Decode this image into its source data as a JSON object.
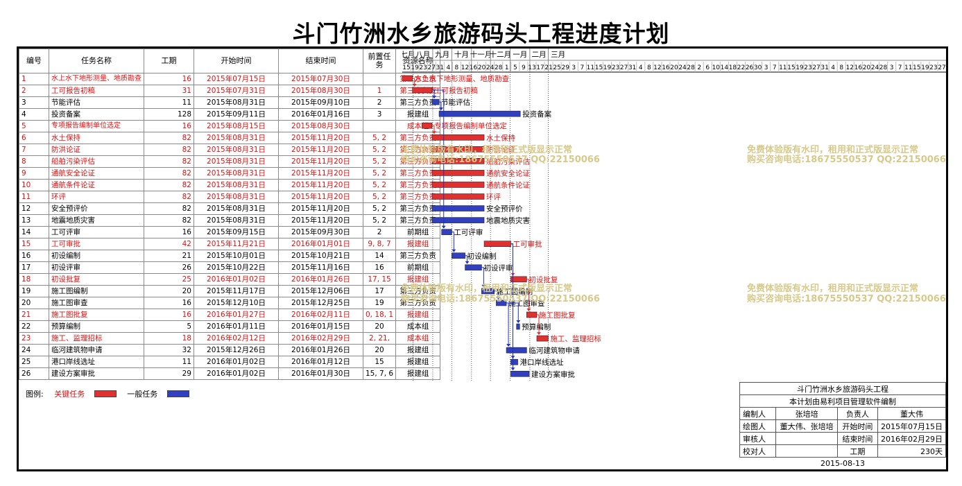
{
  "title": "斗门竹洲水乡旅游码头工程进度计划",
  "columns": {
    "id": "编号",
    "name": "任务名称",
    "duration": "工期",
    "start": "开始时间",
    "end": "结束时间",
    "pred": "前置任务",
    "resource": "资源名称"
  },
  "months": [
    "七月",
    "八月",
    "九月",
    "十月",
    "十一月",
    "十二月",
    "一月",
    "二月",
    "三月"
  ],
  "days": [
    "15",
    "19",
    "23",
    "27",
    "31",
    "4",
    "8",
    "12",
    "16",
    "20",
    "24",
    "28",
    "1",
    "5",
    "9",
    "13",
    "17",
    "21",
    "25",
    "29",
    "3",
    "7",
    "11",
    "15",
    "19",
    "23",
    "27",
    "31",
    "4",
    "8",
    "12",
    "16",
    "20",
    "24",
    "28",
    "2",
    "6",
    "10",
    "14",
    "18",
    "22",
    "26",
    "30",
    "3",
    "7",
    "11",
    "15",
    "19",
    "23",
    "27",
    "31",
    "4",
    "8",
    "12",
    "16",
    "20",
    "24",
    "28",
    "3",
    "7",
    "11",
    "15",
    "19",
    "23",
    "27"
  ],
  "tasks": [
    {
      "id": "1",
      "name": "水上水下地形测量、地质勘查",
      "dur": "16",
      "start": "2015年07月15日",
      "end": "2015年07月30日",
      "pred": "",
      "res": "第三方负责",
      "crit": true
    },
    {
      "id": "2",
      "name": "工可报告初稿",
      "dur": "31",
      "start": "2015年07月31日",
      "end": "2015年08月30日",
      "pred": "1",
      "res": "第三方负责",
      "crit": true
    },
    {
      "id": "3",
      "name": "节能评估",
      "dur": "11",
      "start": "2015年08月31日",
      "end": "2015年09月10日",
      "pred": "2",
      "res": "第三方负责",
      "crit": false
    },
    {
      "id": "4",
      "name": "投资备案",
      "dur": "128",
      "start": "2015年09月11日",
      "end": "2016年01月16日",
      "pred": "3",
      "res": "报建组",
      "crit": false
    },
    {
      "id": "5",
      "name": "专项报告编制单位选定",
      "dur": "16",
      "start": "2015年08月15日",
      "end": "2015年08月30日",
      "pred": "",
      "res": "成本组",
      "crit": true
    },
    {
      "id": "6",
      "name": "水土保持",
      "dur": "82",
      "start": "2015年08月31日",
      "end": "2015年11月20日",
      "pred": "5, 2",
      "res": "第三方负责",
      "crit": true
    },
    {
      "id": "7",
      "name": "防洪论证",
      "dur": "82",
      "start": "2015年08月31日",
      "end": "2015年11月20日",
      "pred": "5, 2",
      "res": "第三方负责",
      "crit": true
    },
    {
      "id": "8",
      "name": "船舶污染评估",
      "dur": "82",
      "start": "2015年08月31日",
      "end": "2015年11月20日",
      "pred": "5, 2",
      "res": "第三方负责",
      "crit": true
    },
    {
      "id": "9",
      "name": "通航安全论证",
      "dur": "82",
      "start": "2015年08月31日",
      "end": "2015年11月20日",
      "pred": "5, 2",
      "res": "第三方负责",
      "crit": true
    },
    {
      "id": "10",
      "name": "通航条件论证",
      "dur": "82",
      "start": "2015年08月31日",
      "end": "2015年11月20日",
      "pred": "5, 2",
      "res": "第三方负责",
      "crit": true
    },
    {
      "id": "11",
      "name": "环评",
      "dur": "82",
      "start": "2015年08月31日",
      "end": "2015年11月20日",
      "pred": "5, 2",
      "res": "第三方负责",
      "crit": true
    },
    {
      "id": "12",
      "name": "安全预评价",
      "dur": "82",
      "start": "2015年08月31日",
      "end": "2015年11月20日",
      "pred": "5, 2",
      "res": "第三方负责",
      "crit": false
    },
    {
      "id": "13",
      "name": "地震地质灾害",
      "dur": "82",
      "start": "2015年08月31日",
      "end": "2015年11月20日",
      "pred": "5, 2",
      "res": "第三方负责",
      "crit": false
    },
    {
      "id": "14",
      "name": "工可评审",
      "dur": "16",
      "start": "2015年09月15日",
      "end": "2015年09月30日",
      "pred": "2",
      "res": "前期组",
      "crit": false
    },
    {
      "id": "15",
      "name": "工可审批",
      "dur": "42",
      "start": "2015年11月21日",
      "end": "2016年01月01日",
      "pred": "9, 8, 7",
      "res": "报建组",
      "crit": true
    },
    {
      "id": "16",
      "name": "初设编制",
      "dur": "21",
      "start": "2015年10月01日",
      "end": "2015年10月21日",
      "pred": "14",
      "res": "第三方负责",
      "crit": false
    },
    {
      "id": "17",
      "name": "初设评审",
      "dur": "26",
      "start": "2015年10月22日",
      "end": "2015年11月16日",
      "pred": "16",
      "res": "前期组",
      "crit": false
    },
    {
      "id": "18",
      "name": "初设批复",
      "dur": "25",
      "start": "2016年01月02日",
      "end": "2016年01月26日",
      "pred": "17, 15",
      "res": "报建组",
      "crit": true
    },
    {
      "id": "19",
      "name": "施工图编制",
      "dur": "20",
      "start": "2015年11月17日",
      "end": "2015年12月06日",
      "pred": "17",
      "res": "第三方负责",
      "crit": false
    },
    {
      "id": "20",
      "name": "施工图审查",
      "dur": "16",
      "start": "2015年12月10日",
      "end": "2015年12月25日",
      "pred": "19",
      "res": "第三方负责",
      "crit": false
    },
    {
      "id": "21",
      "name": "施工图批复",
      "dur": "16",
      "start": "2016年01月27日",
      "end": "2016年02月11日",
      "pred": "0, 18, 1",
      "res": "报建组",
      "crit": true
    },
    {
      "id": "22",
      "name": "预算编制",
      "dur": "5",
      "start": "2016年01月11日",
      "end": "2016年01月15日",
      "pred": "20",
      "res": "成本组",
      "crit": false
    },
    {
      "id": "23",
      "name": "施工、监理招标",
      "dur": "18",
      "start": "2016年02月12日",
      "end": "2016年02月29日",
      "pred": "2, 21, ",
      "res": "成本组",
      "crit": true
    },
    {
      "id": "24",
      "name": "临河建筑物申请",
      "dur": "32",
      "start": "2015年12月26日",
      "end": "2016年01月26日",
      "pred": "20",
      "res": "报建组",
      "crit": false
    },
    {
      "id": "25",
      "name": "港口岸线选址",
      "dur": "11",
      "start": "2016年01月02日",
      "end": "2016年01月12日",
      "pred": "15",
      "res": "报建组",
      "crit": false
    },
    {
      "id": "26",
      "name": "建设方案审批",
      "dur": "29",
      "start": "2016年01月02日",
      "end": "2016年01月30日",
      "pred": "15, 7, 6",
      "res": "报建组",
      "crit": false
    }
  ],
  "bars": [
    {
      "label": "水上水下地形测量、地质勘查",
      "s": 0,
      "d": 16
    },
    {
      "label": "工可报告初稿",
      "s": 16,
      "d": 31
    },
    {
      "label": "节能评估",
      "s": 47,
      "d": 11
    },
    {
      "label": "投资备案",
      "s": 58,
      "d": 128
    },
    {
      "label": "专项报告编制单位选定",
      "s": 31,
      "d": 16
    },
    {
      "label": "水土保持",
      "s": 47,
      "d": 82
    },
    {
      "label": "防洪论证",
      "s": 47,
      "d": 82
    },
    {
      "label": "船舶污染评估",
      "s": 47,
      "d": 82
    },
    {
      "label": "通航安全论证",
      "s": 47,
      "d": 82
    },
    {
      "label": "通航条件论证",
      "s": 47,
      "d": 82
    },
    {
      "label": "环评",
      "s": 47,
      "d": 82
    },
    {
      "label": "安全预评价",
      "s": 47,
      "d": 82
    },
    {
      "label": "地震地质灾害",
      "s": 47,
      "d": 82
    },
    {
      "label": "工可评审",
      "s": 62,
      "d": 16
    },
    {
      "label": "工可审批",
      "s": 129,
      "d": 42
    },
    {
      "label": "初设编制",
      "s": 78,
      "d": 21
    },
    {
      "label": "初设评审",
      "s": 99,
      "d": 26
    },
    {
      "label": "初设批复",
      "s": 171,
      "d": 25
    },
    {
      "label": "施工图编制",
      "s": 125,
      "d": 20
    },
    {
      "label": "施工图审查",
      "s": 148,
      "d": 16
    },
    {
      "label": "施工图批复",
      "s": 196,
      "d": 16
    },
    {
      "label": "预算编制",
      "s": 180,
      "d": 5
    },
    {
      "label": "施工、监理招标",
      "s": 212,
      "d": 18
    },
    {
      "label": "临河建筑物申请",
      "s": 164,
      "d": 32
    },
    {
      "label": "港口岸线选址",
      "s": 171,
      "d": 11
    },
    {
      "label": "建设方案审批",
      "s": 171,
      "d": 29
    }
  ],
  "legend": {
    "label": "图例:",
    "critical": "关键任务",
    "normal": "一般任务"
  },
  "colors": {
    "critical": "#e03030",
    "normal": "#3040c0",
    "critical_text": "#e01010",
    "normal_link": "#2030c0"
  },
  "info": {
    "project": "斗门竹洲水乡旅游码头工程",
    "software": "本计划由易利项目管理软件编制",
    "editor_label": "编制人",
    "editor": "张培培",
    "owner_label": "负责人",
    "owner": "董大伟",
    "drawer_label": "绘图人",
    "drawer": "董大伟、张培培",
    "start_label": "开始时间",
    "start": "2015年07月15日",
    "reviewer_label": "审核人",
    "end_label": "结束时间",
    "end": "2016年02月29日",
    "checker_label": "校对人",
    "dur_label": "工期",
    "dur": "230天",
    "date": "2015-08-13"
  },
  "watermark": {
    "line1": "免费体验版有水印，租用和正式版显示正常",
    "line2": "购买咨询电话:18675550537 QQ:22150066"
  }
}
